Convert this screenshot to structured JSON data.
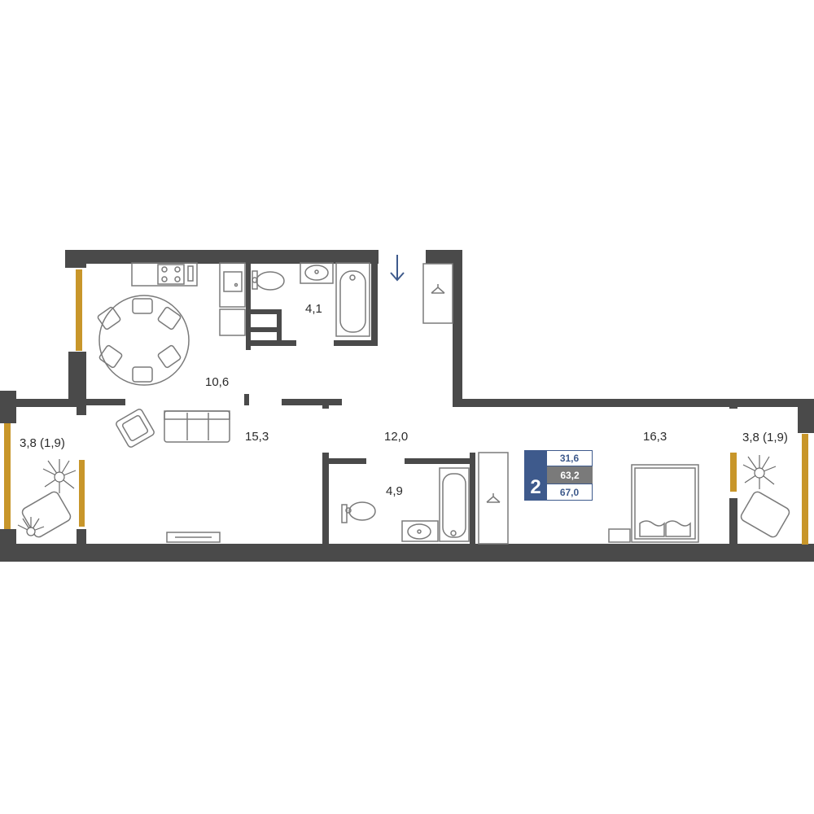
{
  "rooms": {
    "kitchen": "10,6",
    "bathroom_top": "4,1",
    "living": "15,3",
    "hall": "12,0",
    "bathroom_bottom": "4,9",
    "bedroom": "16,3",
    "balcony_left": "3,8 (1,9)",
    "balcony_right": "3,8 (1,9)"
  },
  "badge": {
    "rooms_count": "2",
    "living_area": "31,6",
    "total_area": "63,2",
    "area_with_balcony": "67,0"
  },
  "colors": {
    "wall": "#4a4a4a",
    "window": "#c8962a",
    "furniture": "#7a7a7a",
    "accent": "#3e5a8c",
    "entrance_arrow": "#3e5a8c"
  },
  "icons": [
    "entrance-arrow-icon",
    "hanger-icon",
    "plant-icon",
    "armchair-icon",
    "bathtub-icon",
    "toilet-icon",
    "sink-icon",
    "stove-icon",
    "bed-icon",
    "sofa-icon",
    "dining-table-icon"
  ]
}
